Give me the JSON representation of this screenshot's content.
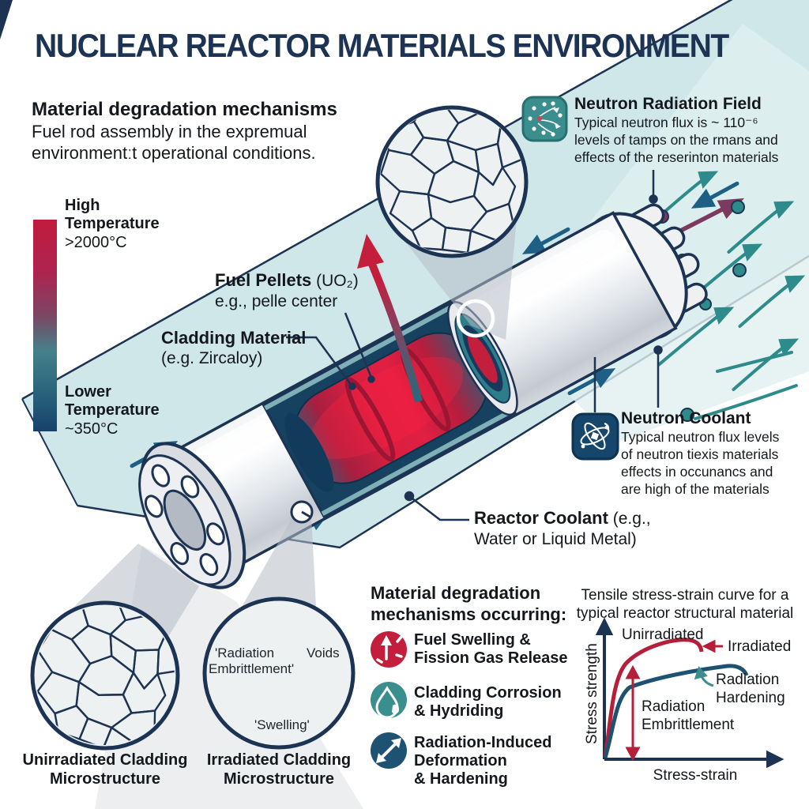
{
  "title": "NUCLEAR REACTOR MATERIALS ENVIRONMENT",
  "colors": {
    "navy": "#1c3353",
    "teal": "#3a8f8e",
    "crimson": "#c41e3d",
    "band": "#cfe7e8",
    "flow_arrow": "#1d5f85",
    "maroon": "#7d3a5f",
    "chart_red": "#b51f3a",
    "chart_navy": "#1d5273"
  },
  "intro": {
    "heading": "Material degradation mechanisms",
    "lines": [
      "Fuel rod assembly in the expremual",
      "environmentːt operational conditions."
    ]
  },
  "temperature_scale": {
    "high": {
      "l1": "High",
      "l2": "Temperature",
      "value": ">2000°C"
    },
    "low": {
      "l1": "Lower",
      "l2": "Temperature",
      "value": "~350°C"
    }
  },
  "neutron_field": {
    "heading": "Neutron Radiation Field",
    "lines": [
      "Typical neutron flux is ~ 110⁻⁶",
      "levels of tamps on the rmans and",
      "effects of the reserinton materials"
    ],
    "icon": "neutron-scatter-icon"
  },
  "neutron_coolant": {
    "heading": "Neutron Coolant",
    "lines": [
      "Typical neutron flux levels",
      "of neutron tiexis materials",
      "effects in occunancs and",
      "are high of the materials"
    ],
    "icon": "atom-icon"
  },
  "rod_labels": {
    "fuel_pellets": {
      "bold": "Fuel Pellets",
      "rest": " (UO₂)",
      "sub": "e.g., pelle center"
    },
    "cladding": {
      "bold": "Cladding Material",
      "sub": "(e.g. Zircaloy)"
    },
    "coolant": {
      "bold": "Reactor Coolant",
      "rest": " (e.g.,",
      "sub": "Water or Liquid Metal)"
    }
  },
  "micrographs": {
    "left": {
      "l1": "Unirradiated Cladding",
      "l2": "Microstructure"
    },
    "right": {
      "l1": "Irradiated Cladding",
      "l2": "Microstructure",
      "ann_radiation_1": "'Radiation",
      "ann_radiation_2": "Embrittlement'",
      "ann_voids": "Voids",
      "ann_swelling": "'Swelling'"
    }
  },
  "mechanisms": {
    "h1": "Material degradation",
    "h2": "mechanisms occurring:",
    "items": [
      {
        "icon": "fuel-swelling-icon",
        "color": "#c41e3d",
        "lines": [
          "Fuel Swelling &",
          "Fission Gas Release",
          ""
        ]
      },
      {
        "icon": "droplet-icon",
        "color": "#3a8f8e",
        "lines": [
          "Cladding Corrosion",
          "& Hydriding",
          ""
        ]
      },
      {
        "icon": "deformation-arrows-icon",
        "color": "#1d5273",
        "lines": [
          "Radiation-Induced",
          "Deformation",
          "& Hardening"
        ]
      }
    ]
  },
  "chart": {
    "t1": "Tensile stress-strain curve for a",
    "t2": "typical reactor structural material",
    "ylabel": "Stress strength",
    "xlabel": "Stress-strain",
    "unirradiated": "Unirradiated",
    "irradiated": "Irradiated",
    "hard1": "Radiation",
    "hard2": "Hardening",
    "emb1": "Radiation",
    "emb2": "Embrittlement"
  },
  "chart_data": {
    "type": "line",
    "title": "Tensile stress-strain curve for a typical reactor structural material",
    "xlabel": "Stress-strain",
    "ylabel": "Stress strength",
    "axes_qualitative": true,
    "series": [
      {
        "name": "Unirradiated (red curve)",
        "color": "#b51f3a",
        "x": [
          0,
          0.08,
          0.2,
          0.35,
          0.5,
          0.56
        ],
        "y": [
          0,
          0.72,
          0.85,
          0.89,
          0.87,
          0.81
        ]
      },
      {
        "name": "Irradiated (navy curve, radiation hardening)",
        "color": "#1d5273",
        "x": [
          0,
          0.1,
          0.3,
          0.55,
          0.78,
          0.82
        ],
        "y": [
          0,
          0.55,
          0.62,
          0.68,
          0.7,
          0.64
        ]
      }
    ],
    "annotations": [
      "Radiation Hardening",
      "Radiation Embrittlement"
    ],
    "legend_position": "inline-labels",
    "grid": false
  }
}
